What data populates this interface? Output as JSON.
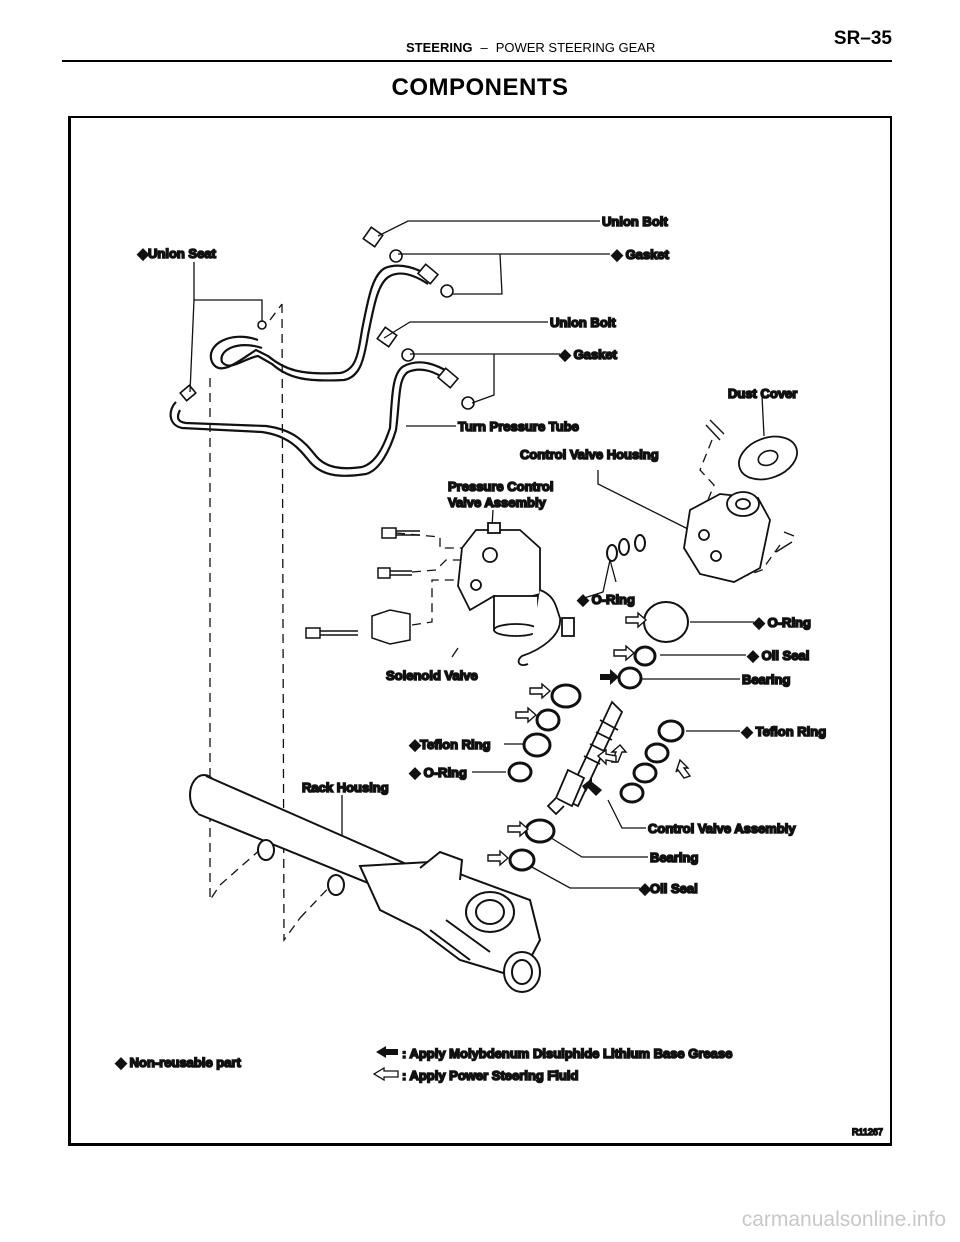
{
  "header": {
    "section": "STEERING",
    "separator": "–",
    "subsection": "POWER STEERING GEAR",
    "page": "SR–35"
  },
  "title": "COMPONENTS",
  "labels": {
    "union_bolt_1": "Union Bolt",
    "gasket_1": "◆ Gasket",
    "union_seat": "◆Union Seat",
    "union_bolt_2": "Union Bolt",
    "gasket_2": "◆ Gasket",
    "dust_cover": "Dust Cover",
    "turn_pressure_tube": "Turn Pressure Tube",
    "control_valve_housing": "Control Valve Housing",
    "pressure_control_1": "Pressure Control",
    "pressure_control_2": "Valve Assembly",
    "o_ring_1": "◆ O-Ring",
    "o_ring_2": "◆ O-Ring",
    "oil_seal_1": "◆ Oil Seal",
    "bearing_1": "Bearing",
    "solenoid_valve": "Solenoid Valve",
    "teflon_ring_left": "◆Teflon Ring",
    "o_ring_left": "◆ O-Ring",
    "teflon_ring_right": "◆ Teflon Ring",
    "rack_housing": "Rack Housing",
    "control_valve_assembly": "Control Valve Assembly",
    "bearing_2": "Bearing",
    "oil_seal_2": "◆Oil Seal"
  },
  "legend": {
    "non_reusable": "◆  Non-reusable part",
    "grease": ": Apply Molybdenum Disulphide Lithium Base Grease",
    "fluid": ": Apply Power Steering Fluid"
  },
  "figure_id": "R11267",
  "watermark": "carmanualsonline.info"
}
